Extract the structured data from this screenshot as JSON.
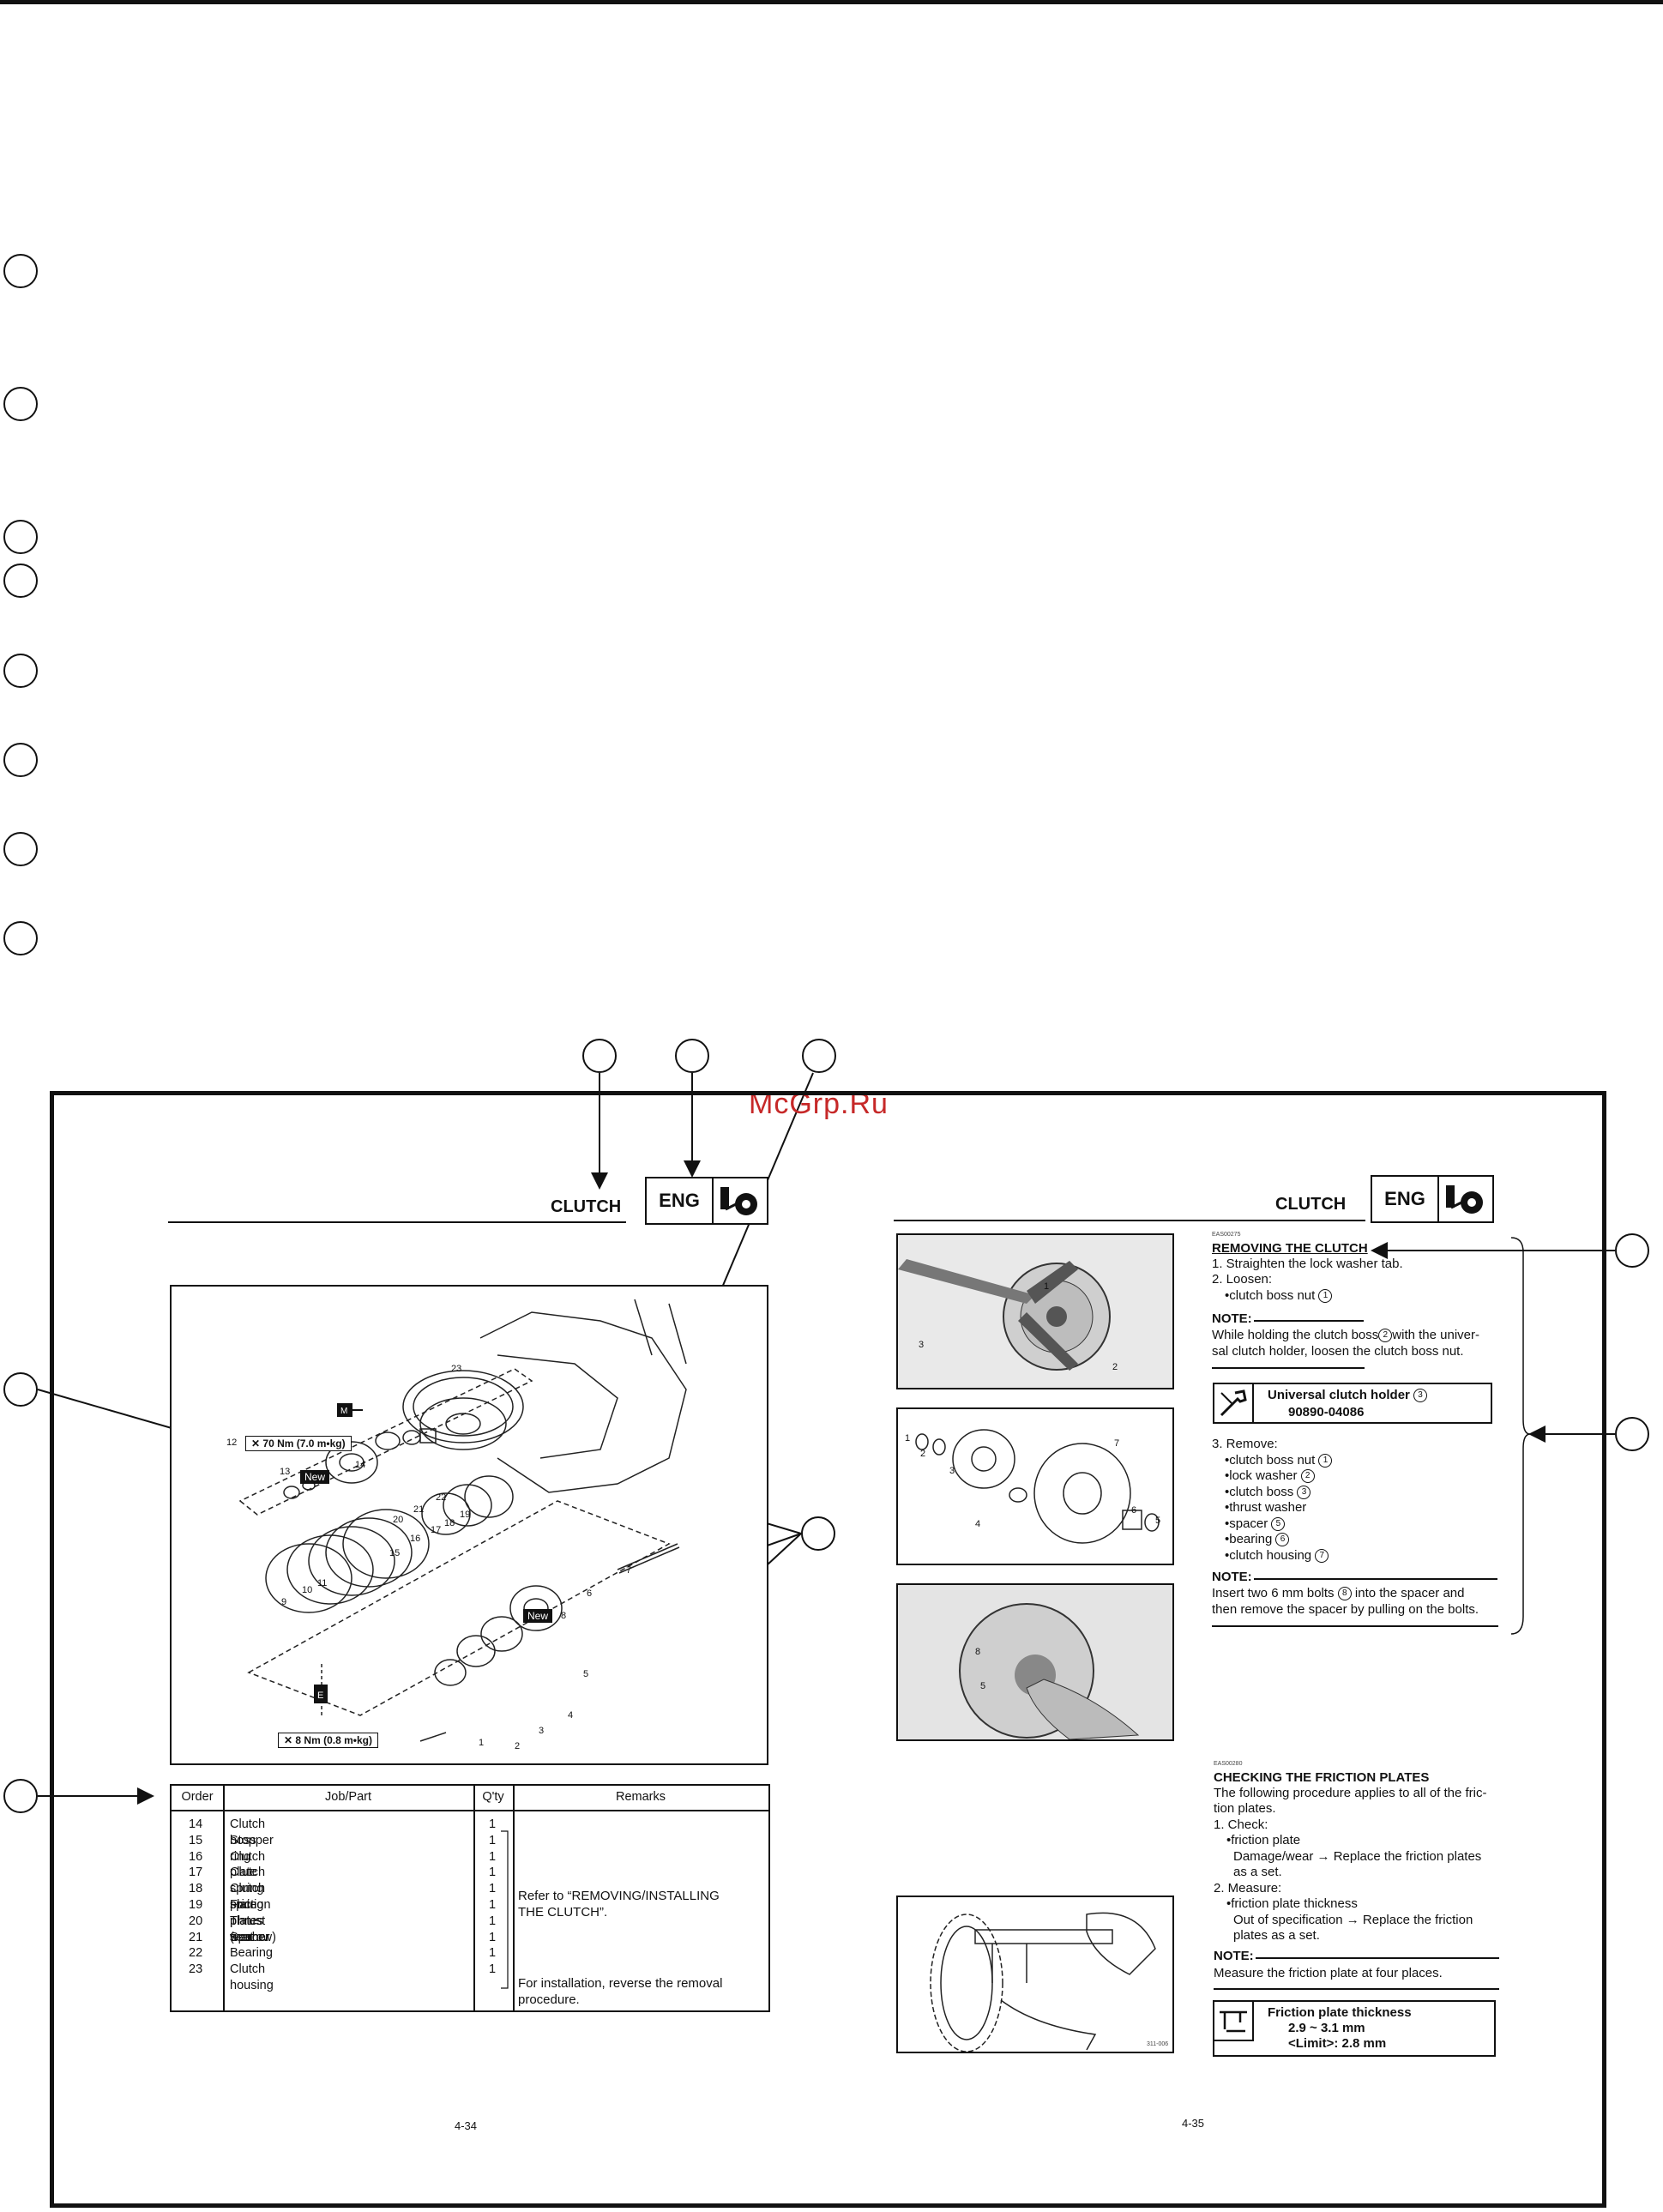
{
  "watermark": "McGrp.Ru",
  "left_page": {
    "section_title": "CLUTCH",
    "eng_tag": "ENG",
    "torque_top": "70 Nm (7.0 m•kg)",
    "torque_bottom": "8 Nm (0.8 m•kg)",
    "new_tag_a": "New",
    "new_tag_b": "New",
    "lube_m": "M",
    "lube_e": "E",
    "callouts": [
      "1",
      "2",
      "3",
      "4",
      "5",
      "6",
      "7",
      "8",
      "9",
      "10",
      "11",
      "12",
      "13",
      "14",
      "15",
      "16",
      "17",
      "18",
      "19",
      "20",
      "21",
      "22",
      "23"
    ],
    "table": {
      "headers": [
        "Order",
        "Job/Part",
        "Q'ty",
        "Remarks"
      ],
      "rows": [
        {
          "order": "14",
          "part": "Clutch boss",
          "qty": "1"
        },
        {
          "order": "15",
          "part": "Stopper ring",
          "qty": "1"
        },
        {
          "order": "16",
          "part": "Clutch plate",
          "qty": "1"
        },
        {
          "order": "17",
          "part": "Clutch spring plate",
          "qty": "1"
        },
        {
          "order": "18",
          "part": "Clutch spring plate seat",
          "qty": "1"
        },
        {
          "order": "19",
          "part": "Friction plates (narrow)",
          "qty": "1"
        },
        {
          "order": "20",
          "part": "Thrust washer",
          "qty": "1"
        },
        {
          "order": "21",
          "part": "Spacer",
          "qty": "1"
        },
        {
          "order": "22",
          "part": "Bearing",
          "qty": "1"
        },
        {
          "order": "23",
          "part": "Clutch housing",
          "qty": "1"
        }
      ],
      "remark_1a": "Refer to “REMOVING/INSTALLING",
      "remark_1b": "THE CLUTCH”.",
      "remark_2a": "For installation, reverse the removal",
      "remark_2b": "procedure."
    },
    "page_number": "4-34"
  },
  "right_page": {
    "section_title": "CLUTCH",
    "eng_tag": "ENG",
    "code_1": "EAS00275",
    "removing_title": "REMOVING THE CLUTCH",
    "step_1": "1. Straighten the lock washer tab.",
    "step_2": "2. Loosen:",
    "step_2_item": "•clutch boss nut",
    "step_2_item_num": "1",
    "note_label": "NOTE:",
    "note_1a": "While holding the clutch boss",
    "note_1_num": "2",
    "note_1b": "with the univer-",
    "note_1c": "sal clutch holder, loosen the clutch boss nut.",
    "tool_name": "Universal clutch holder",
    "tool_num": "3",
    "tool_part": "90890-04086",
    "step_3": "3. Remove:",
    "remove_items": [
      {
        "label": "•clutch boss nut",
        "num": "1"
      },
      {
        "label": "•lock washer",
        "num": "2"
      },
      {
        "label": "•clutch boss",
        "num": "3"
      },
      {
        "label": "•thrust washer",
        "num": ""
      },
      {
        "label": "•spacer",
        "num": "5"
      },
      {
        "label": "•bearing",
        "num": "6"
      },
      {
        "label": "•clutch housing",
        "num": "7"
      }
    ],
    "note_2a": "Insert two 6 mm bolts",
    "note_2_num": "8",
    "note_2b": "into the spacer and",
    "note_2c": "then remove the spacer by pulling on the bolts.",
    "code_2": "EAS00280",
    "checking_title": "CHECKING THE FRICTION PLATES",
    "check_intro_a": "The following procedure applies to all of the fric-",
    "check_intro_b": "tion plates.",
    "check_1": "1. Check:",
    "check_1_item": "•friction plate",
    "check_1_detail_a": "Damage/wear → Replace the friction plates",
    "check_1_detail_b": "as a set.",
    "check_2": "2. Measure:",
    "check_2_item": "•friction plate thickness",
    "check_2_detail_a": "Out of specification → Replace the friction",
    "check_2_detail_b": "plates as a set.",
    "note_3": "Measure the friction plate at four places.",
    "spec_title": "Friction plate thickness",
    "spec_value": "2.9 ~ 3.1 mm",
    "spec_limit": "<Limit>: 2.8 mm",
    "photo_code": "311-006",
    "photo1_labels": [
      "3",
      "1",
      "2"
    ],
    "photo2_labels": [
      "1",
      "2",
      "3",
      "4",
      "7",
      "6",
      "5"
    ],
    "photo3_labels": [
      "8",
      "5"
    ],
    "page_number": "4-35"
  }
}
